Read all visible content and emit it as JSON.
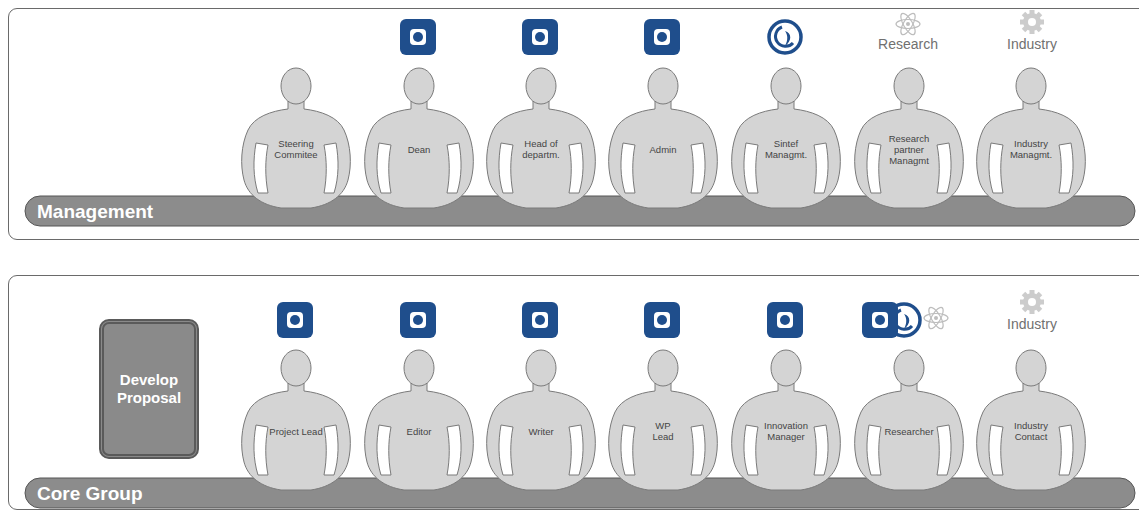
{
  "diagram": {
    "nodes": [
      {
        "text": [
          "Management"
        ]
      },
      {
        "text": [
          "Steering Commitee"
        ],
        "in": 0
      },
      {
        "text": [
          "Dean"
        ],
        "in": 0
      },
      {
        "text": [
          "Head of departm."
        ],
        "in": 0
      },
      {
        "text": [
          "Admin"
        ],
        "in": 0
      },
      {
        "text": [
          "Sintef Managmt."
        ],
        "in": 0
      },
      {
        "text": [
          "Research partner Managmt"
        ],
        "in": 0
      },
      {
        "text": [
          "Industry Managmt."
        ],
        "in": 0
      },
      {
        "text": [
          "Core Group"
        ]
      },
      {
        "text": [
          "Develop Proposal"
        ],
        "in": 8
      },
      {
        "text": [
          "Project Lead"
        ],
        "in": 8
      },
      {
        "text": [
          "Editor"
        ],
        "in": 8
      },
      {
        "text": [
          "Writer"
        ],
        "in": 8
      },
      {
        "text": [
          "WP Lead"
        ],
        "in": 8
      },
      {
        "text": [
          "Innovation Manager"
        ],
        "in": 8
      },
      {
        "text": [
          "Researcher"
        ],
        "in": 8
      },
      {
        "text": [
          "Industry Contact"
        ],
        "in": 8
      }
    ],
    "edges": [],
    "labels": [
      "Research",
      "Industry",
      "Industry"
    ]
  }
}
